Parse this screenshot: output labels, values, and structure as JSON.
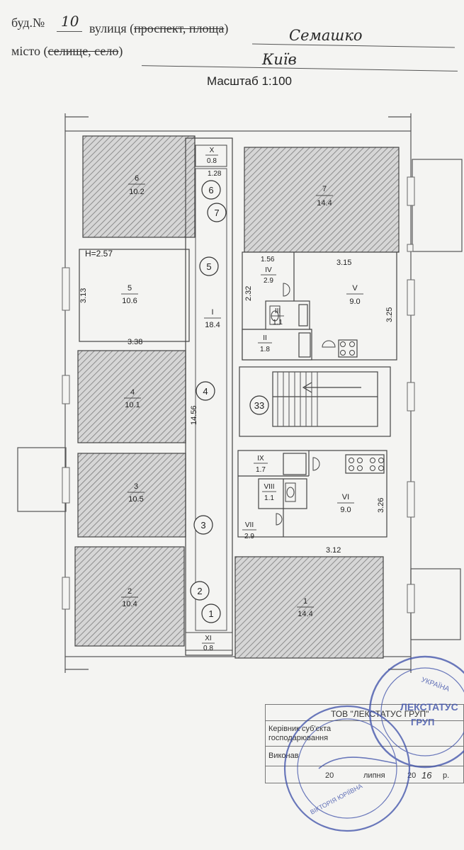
{
  "header": {
    "bud_label": "буд.№",
    "bud_number": "10",
    "street_label": "вулиця (",
    "street_struck": "проспект, площа",
    "street_close": ")",
    "street_name": "Семашко",
    "city_label": "місто (",
    "city_struck": "селище, село",
    "city_close": ")",
    "city_name": "Київ",
    "scale": "Масштаб 1:100"
  },
  "rooms": {
    "r6": {
      "num": "6",
      "area": "10.2"
    },
    "r7": {
      "num": "7",
      "area": "14.4"
    },
    "r5": {
      "num": "5",
      "area": "10.6"
    },
    "r4": {
      "num": "4",
      "area": "10.1"
    },
    "r3": {
      "num": "3",
      "area": "10.5"
    },
    "r2": {
      "num": "2",
      "area": "10.4"
    },
    "r1": {
      "num": "1",
      "area": "14.4"
    },
    "rX": {
      "num": "X",
      "area": "0.8"
    },
    "rXI": {
      "num": "XI",
      "area": "0.8"
    },
    "rI": {
      "num": "I",
      "area": "18.4"
    },
    "rII": {
      "num": "II",
      "area": "1.8"
    },
    "rIII": {
      "num": "III",
      "area": "1.1"
    },
    "rIV": {
      "num": "IV",
      "area": "2.9"
    },
    "rV": {
      "num": "V",
      "area": "9.0"
    },
    "rVI": {
      "num": "VI",
      "area": "9.0"
    },
    "rVII": {
      "num": "VII",
      "area": "2.9"
    },
    "rVIII": {
      "num": "VIII",
      "area": "1.1"
    },
    "rIX": {
      "num": "IX",
      "area": "1.7"
    }
  },
  "dims": {
    "height": "H=2.57",
    "d128": "1.28",
    "d313": "3.13",
    "d338": "3.38",
    "d1456": "14.56",
    "d156": "1.56",
    "d315": "3.15",
    "d232": "2.32",
    "d325": "3.25",
    "d326": "3.26",
    "d312": "3.12"
  },
  "markers": [
    "6",
    "7",
    "5",
    "4",
    "33",
    "3",
    "2",
    "1"
  ],
  "stamp": {
    "company": "ТОВ \"ЛЕКСТАТУС ГРУП\"",
    "head_label": "Керівник суб'єкта господарювання",
    "executor_label": "Виконав",
    "date_day": "20",
    "date_month": "липня",
    "date_year_prefix": "20",
    "date_year": "16",
    "date_suffix": "р.",
    "seal_top": "ЛЕКСТАТУС",
    "seal_country": "УКРАЇНА",
    "seal_group": "ГРУП",
    "seal_name": "ВІКТОРІЯ ЮРІЇВНА"
  }
}
